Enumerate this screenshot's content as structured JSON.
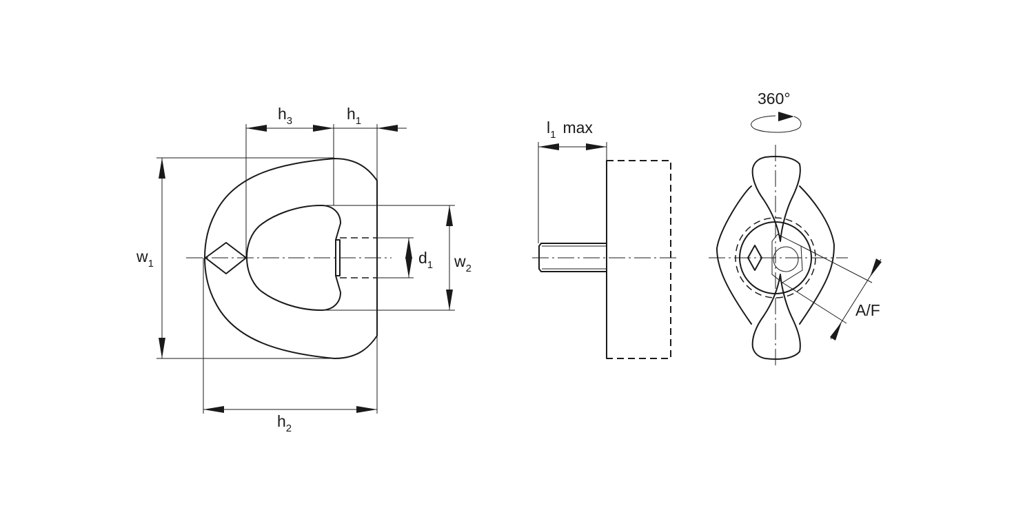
{
  "labels": {
    "h3": {
      "base": "h",
      "sub": "3"
    },
    "h1": {
      "base": "h",
      "sub": "1"
    },
    "h2": {
      "base": "h",
      "sub": "2"
    },
    "w1": {
      "base": "w",
      "sub": "1"
    },
    "w2": {
      "base": "w",
      "sub": "2"
    },
    "d1": {
      "base": "d",
      "sub": "1"
    },
    "l1": {
      "base": "l",
      "sub": "1",
      "suffix": "max"
    },
    "rotation": "360°",
    "af": "A/F"
  }
}
